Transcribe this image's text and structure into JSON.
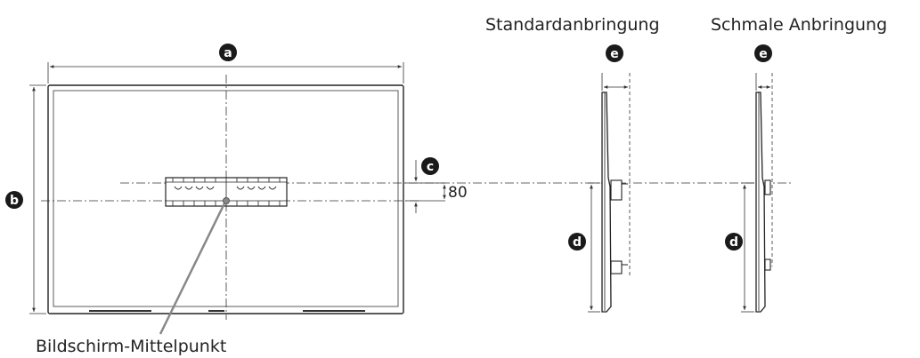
{
  "labels": {
    "standard_mount": "Standardanbringung",
    "slim_mount": "Schmale Anbringung",
    "screen_center": "Bildschirm-Mittelpunkt",
    "offset_value": "80"
  },
  "badges": {
    "a": "a",
    "b": "b",
    "c": "c",
    "d": "d",
    "e": "e"
  },
  "colors": {
    "badge_fill": "#1a1a1a",
    "line": "#333333"
  }
}
